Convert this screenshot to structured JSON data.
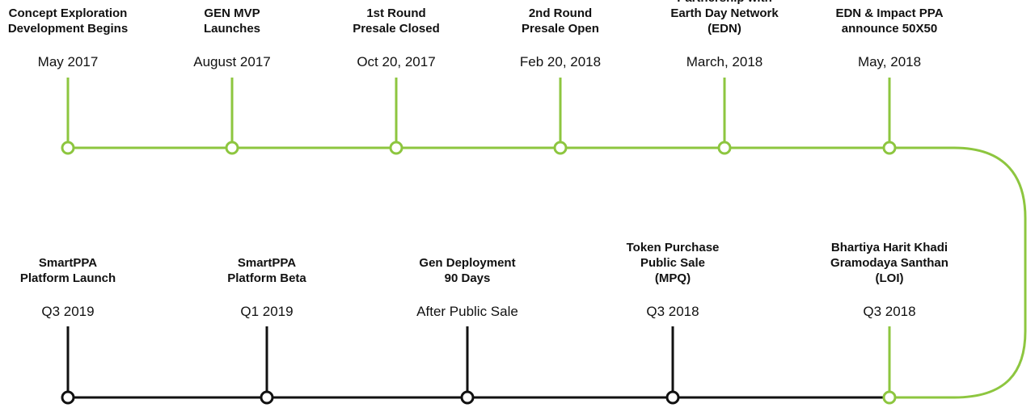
{
  "colors": {
    "green": "#8dc63f",
    "black": "#111111",
    "node_fill": "#ffffff"
  },
  "top_row": [
    {
      "title": "Concept Exploration\nDevelopment Begins",
      "date": "May 2017"
    },
    {
      "title": "GEN MVP\nLaunches",
      "date": "August 2017"
    },
    {
      "title": "1st Round\nPresale Closed",
      "date": "Oct 20, 2017"
    },
    {
      "title": "2nd Round\nPresale Open",
      "date": "Feb 20, 2018"
    },
    {
      "title": "Partnership with\nEarth Day Network\n(EDN)",
      "date": "March, 2018"
    },
    {
      "title": "EDN & Impact PPA\nannounce 50X50",
      "date": "May, 2018"
    }
  ],
  "bottom_row": [
    {
      "title": "SmartPPA\nPlatform Launch",
      "date": "Q3 2019",
      "status": "future"
    },
    {
      "title": "SmartPPA\nPlatform Beta",
      "date": "Q1 2019",
      "status": "future"
    },
    {
      "title": "Gen Deployment\n90 Days",
      "date": "After Public Sale",
      "status": "future"
    },
    {
      "title": "Token Purchase\nPublic Sale\n(MPQ)",
      "date": "Q3 2018",
      "status": "future"
    },
    {
      "title": "Bhartiya Harit Khadi\nGramodaya Santhan\n(LOI)",
      "date": "Q3 2018",
      "status": "current"
    }
  ]
}
